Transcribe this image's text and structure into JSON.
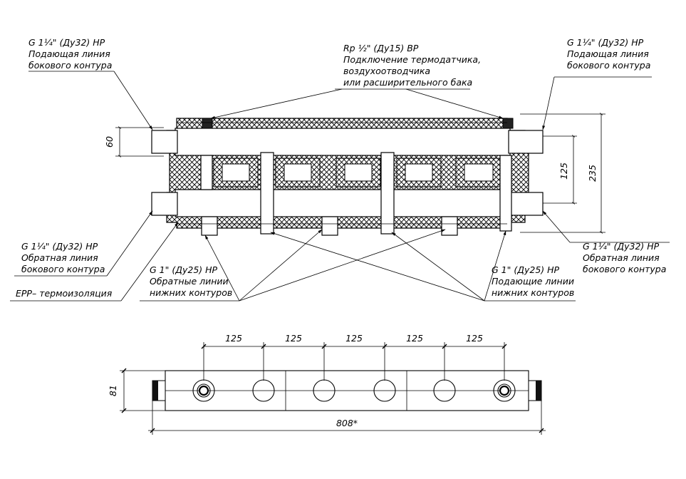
{
  "labels": {
    "top_left": [
      "G 1¼\" (Ду32) НР",
      "Подающая линия",
      "бокового контура"
    ],
    "top_center": [
      "Rp ½\" (Ду15) ВР",
      "Подключение термодатчика,",
      "воздухоотводчика",
      "или расширительного бака"
    ],
    "top_right": [
      "G 1¼\" (Ду32) НР",
      "Подающая линия",
      "бокового контура"
    ],
    "bottom_left": [
      "G 1¼\" (Ду32) НР",
      "Обратная линия",
      "бокового контура"
    ],
    "insulation": "EPP– термоизоляция",
    "return_lower": [
      "G 1\" (Ду25) НР",
      "Обратные линии",
      "нижних контуров"
    ],
    "supply_lower": [
      "G 1\" (Ду25) НР",
      "Подающие линии",
      "нижних контуров"
    ],
    "bottom_right": [
      "G 1¼\" (Ду32) НР",
      "Обратная линия",
      "бокового контура"
    ]
  },
  "dimensions": {
    "height_60": "60",
    "spacing_125": "125",
    "height_235": "235",
    "pitch": [
      "125",
      "125",
      "125",
      "125",
      "125"
    ],
    "depth_81": "81",
    "length_808": "808*"
  }
}
